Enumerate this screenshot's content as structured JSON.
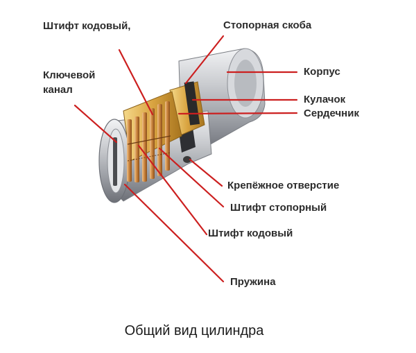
{
  "labels": {
    "code_pin_top": "Штифт кодовый,",
    "stop_bracket": "Стопорная скоба",
    "key_channel_line1": "Ключевой",
    "key_channel_line2": "канал",
    "housing": "Корпус",
    "cam": "Кулачок",
    "core": "Сердечник",
    "mount_hole": "Крепёжное отверстие",
    "stop_pin": "Штифт стопорный",
    "code_pin_bottom": "Штифт кодовый",
    "spring": "Пружина"
  },
  "caption": "Общий вид цилиндра",
  "colors": {
    "leader_line": "#cc1f1f",
    "label_text": "#2b2b2b",
    "brass": "#d9a441",
    "steel": "#c9cbcf",
    "pins": "#c9823a"
  }
}
